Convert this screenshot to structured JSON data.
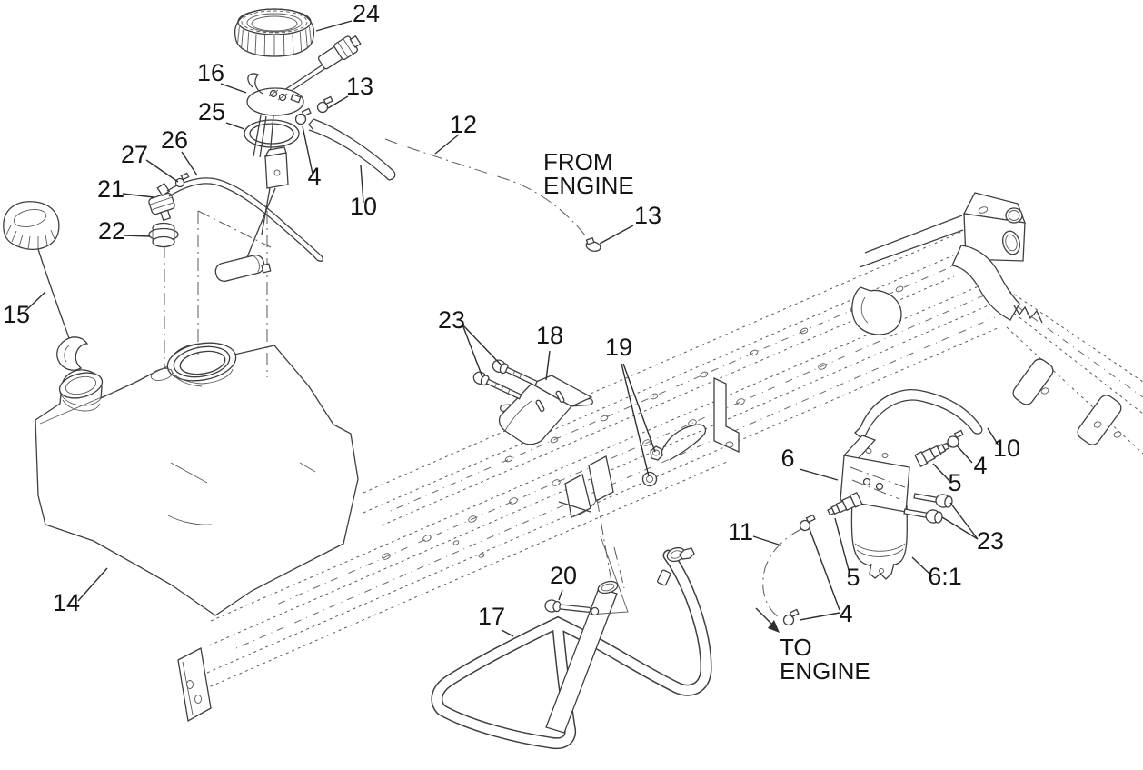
{
  "diagram": {
    "labels": {
      "n24": "24",
      "n16": "16",
      "n13_top": "13",
      "n25": "25",
      "n26": "26",
      "n27": "27",
      "n21": "21",
      "n22": "22",
      "n4_top": "4",
      "n10_top": "10",
      "n12": "12",
      "n13_right": "13",
      "n15": "15",
      "n14": "14",
      "n23_left": "23",
      "n18": "18",
      "n19": "19",
      "n20": "20",
      "n17": "17",
      "n6": "6",
      "n5_top": "5",
      "n4_filter_top": "4",
      "n10_filter": "10",
      "n23_filter": "23",
      "n11": "11",
      "n5_bottom": "5",
      "n6_1": "6:1",
      "n4_bottom": "4"
    },
    "notes": {
      "from_engine_1": "FROM",
      "from_engine_2": "ENGINE",
      "to_engine_1": "TO",
      "to_engine_2": "ENGINE"
    },
    "colors": {
      "background": "#ffffff",
      "line": "#3f3f3f",
      "text": "#151515"
    }
  }
}
